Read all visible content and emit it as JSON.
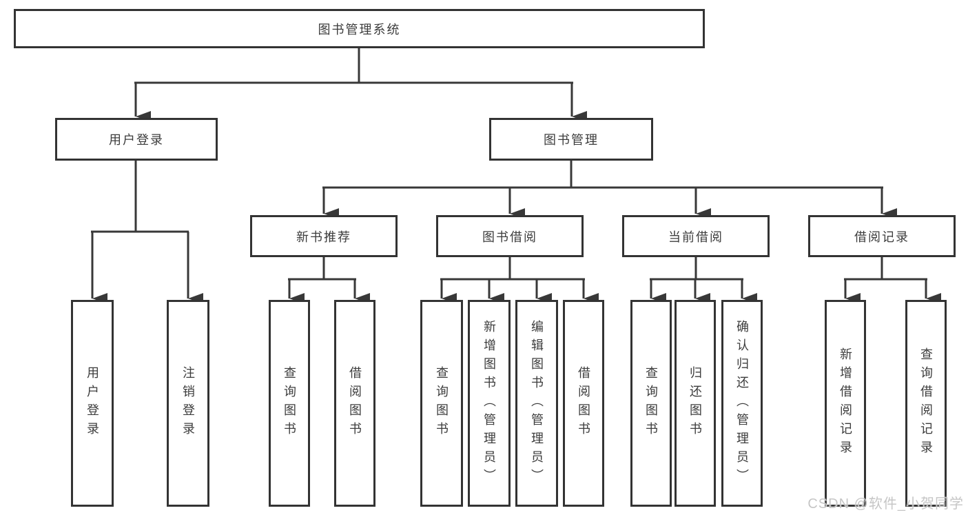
{
  "tree": {
    "label": "图书管理系统",
    "children": [
      {
        "label": "用户登录",
        "children": [
          {
            "label": "用户登录"
          },
          {
            "label": "注销登录"
          }
        ]
      },
      {
        "label": "图书管理",
        "children": [
          {
            "label": "新书推荐",
            "children": [
              {
                "label": "查询图书"
              },
              {
                "label": "借阅图书"
              }
            ]
          },
          {
            "label": "图书借阅",
            "children": [
              {
                "label": "查询图书"
              },
              {
                "label": "新增图书（管理员）"
              },
              {
                "label": "编辑图书（管理员）"
              },
              {
                "label": "借阅图书"
              }
            ]
          },
          {
            "label": "当前借阅",
            "children": [
              {
                "label": "查询图书"
              },
              {
                "label": "归还图书"
              },
              {
                "label": "确认归还（管理员）"
              }
            ]
          },
          {
            "label": "借阅记录",
            "children": [
              {
                "label": "新增借阅记录"
              },
              {
                "label": "查询借阅记录"
              }
            ]
          }
        ]
      }
    ]
  },
  "colors": {
    "line": "#383838",
    "text": "#3c3c3c",
    "background": "#ffffff",
    "watermark": "#c6c6c6"
  },
  "watermark": {
    "text": "CSDN @软件_小贺同学"
  }
}
